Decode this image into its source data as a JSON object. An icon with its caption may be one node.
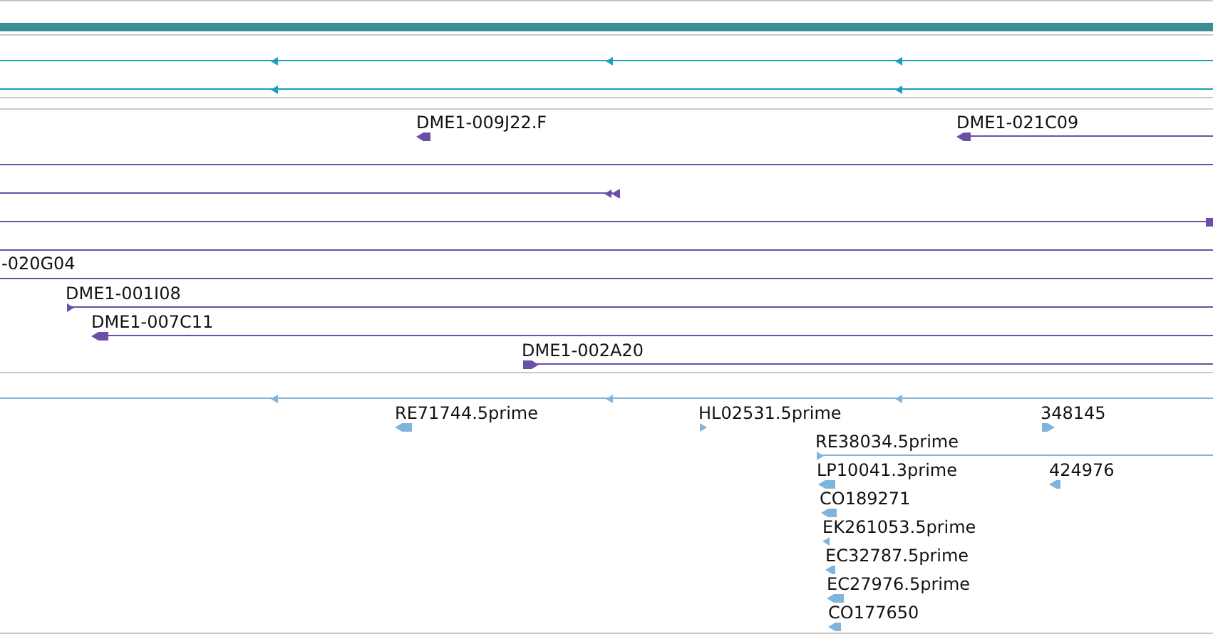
{
  "diagram": {
    "labels": [
      "DME1-009J22.F",
      "DME1-021C09",
      "-020G04",
      "DME1-001I08",
      "DME1-007C11",
      "DME1-002A20",
      "RE71744.5prime",
      "HL02531.5prime",
      "348145",
      "RE38034.5prime",
      "LP10041.3prime",
      "424976",
      "CO189271",
      "EK261053.5prime",
      "EC32787.5prime",
      "EC27976.5prime",
      "CO177650"
    ]
  }
}
